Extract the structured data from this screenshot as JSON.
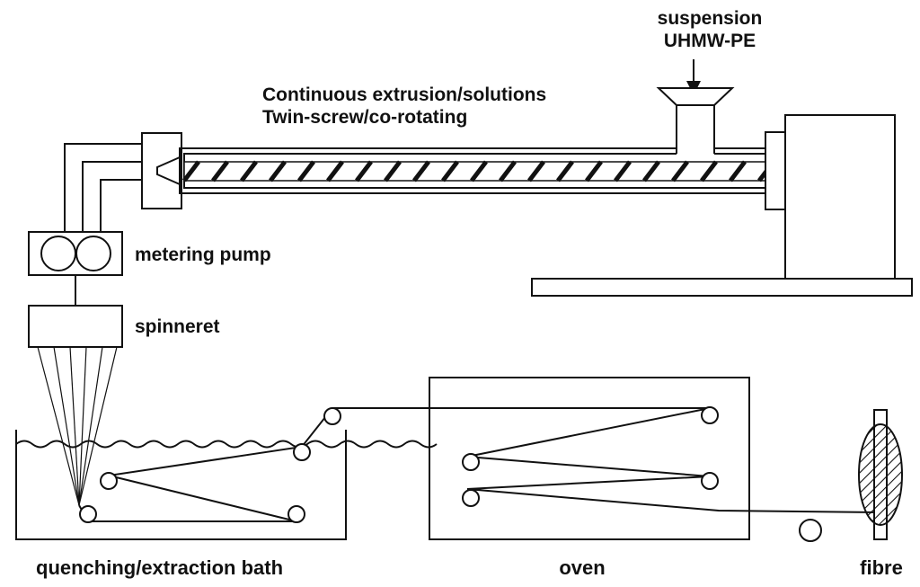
{
  "labels": {
    "feed_line1": "suspension",
    "feed_line2": "UHMW-PE",
    "extruder_line1": "Continuous extrusion/solutions",
    "extruder_line2": "Twin-screw/co-rotating",
    "metering_pump": "metering pump",
    "spinneret": "spinneret",
    "bath": "quenching/extraction bath",
    "oven": "oven",
    "fibre": "fibre"
  },
  "colors": {
    "ink": "#111111",
    "background": "#ffffff"
  }
}
